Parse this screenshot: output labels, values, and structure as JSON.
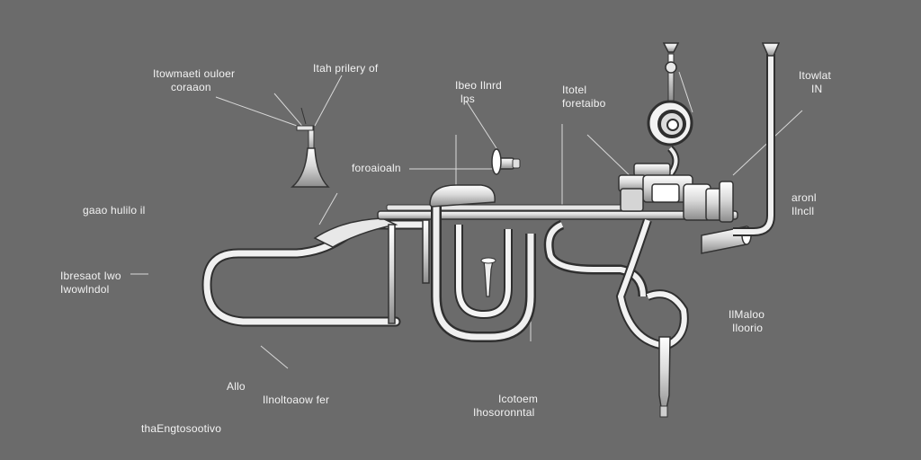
{
  "labels": {
    "top_left_1": [
      "Itowmaeti ouloer",
      "coraaon"
    ],
    "top_left_2": [
      "Itah prilery of"
    ],
    "top_center_1": [
      "Ibeo Ilnrd",
      "lps"
    ],
    "top_center_2": [
      "Itotel",
      "foretaibo"
    ],
    "top_right": [
      "Itowlat",
      "IN"
    ],
    "mid_foundm": [
      "foroaioaln"
    ],
    "left_mid": [
      "gaao hulilo il"
    ],
    "right_mid": [
      "aronl",
      "Ilncll"
    ],
    "left_lower": [
      "Ibresaot Iwo",
      "Iwowlndol"
    ],
    "right_lower": [
      "IlMaloo",
      "Iloorio"
    ],
    "bottom_left_1": [
      "Allo",
      "Ilnoltoaow fer"
    ],
    "bottom_left_2": [
      "thaEngtosootivo"
    ],
    "bottom_center": [
      "Icotoem",
      "Ihosoronntal"
    ]
  },
  "colors": {
    "background": "#6b6b6b",
    "metal_light": "#f2f2f2",
    "metal_dark": "#3a3a3a",
    "leader_line": "#d8d8d8",
    "label_text": "#f3f3f3"
  }
}
